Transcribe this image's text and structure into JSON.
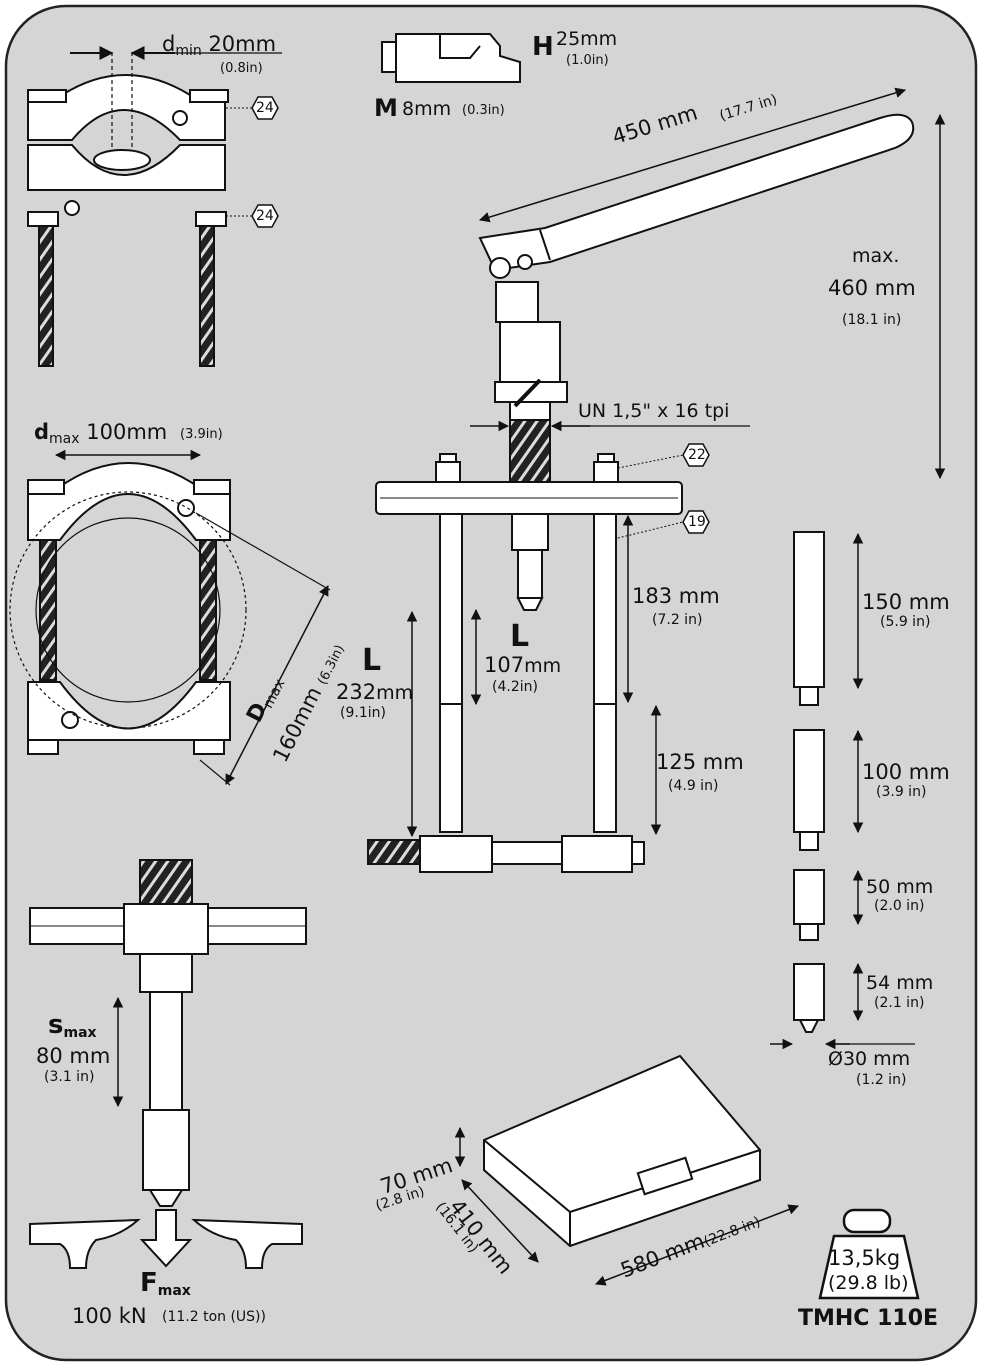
{
  "dmin": {
    "symbol": "d",
    "sub": "min",
    "value": "20mm",
    "inch": "(0.8in)"
  },
  "callout_24": "24",
  "callout_22": "22",
  "callout_19": "19",
  "jaw": {
    "h_label": "H",
    "h_value": "25mm",
    "h_inch": "(1.0in)",
    "m_label": "M",
    "m_value": "8mm",
    "m_inch": "(0.3in)"
  },
  "handle": {
    "length": "450 mm",
    "length_in": "(17.7 in)"
  },
  "height": {
    "max": "max.",
    "value": "460 mm",
    "inch": "(18.1 in)"
  },
  "thread": "UN 1,5\" x 16 tpi",
  "dmax": {
    "symbol": "d",
    "sub": "max",
    "value": "100mm",
    "inch": "(3.9in)"
  },
  "Dmax": {
    "symbol": "D",
    "sub": "max",
    "value": "160mm",
    "inch": "(6.3in)"
  },
  "rods": {
    "r183": "183 mm",
    "r183_in": "(7.2 in)",
    "r125": "125 mm",
    "r125_in": "(4.9 in)",
    "L": "L",
    "L107": "107",
    "L107_unit": "mm",
    "L107_in": "(4.2in)",
    "L232": "232",
    "L232_unit": "mm",
    "L232_in": "(9.1in)"
  },
  "extensions": [
    {
      "value": "150 mm",
      "inch": "(5.9 in)"
    },
    {
      "value": "100 mm",
      "inch": "(3.9 in)"
    },
    {
      "value": "50 mm",
      "inch": "(2.0 in)"
    },
    {
      "value": "54 mm",
      "inch": "(2.1 in)"
    }
  ],
  "diameter": {
    "value": "Ø30 mm",
    "inch": "(1.2 in)"
  },
  "stroke": {
    "symbol": "s",
    "sub": "max",
    "value": "80 mm",
    "inch": "(3.1 in)"
  },
  "force": {
    "symbol": "F",
    "sub": "max",
    "value": "100 kN",
    "inch": "(11.2 ton (US))"
  },
  "case": {
    "h": "70 mm",
    "h_in": "(2.8 in)",
    "d": "410 mm",
    "d_in": "(16.1 in)",
    "w": "580 mm",
    "w_in": "(22.8 in)"
  },
  "weight": {
    "kg": "13,5kg",
    "lb": "(29.8 lb)"
  },
  "model": "TMHC 110E",
  "colors": {
    "background": "#d5d5d5",
    "line": "#111111",
    "frame": "#222222"
  }
}
